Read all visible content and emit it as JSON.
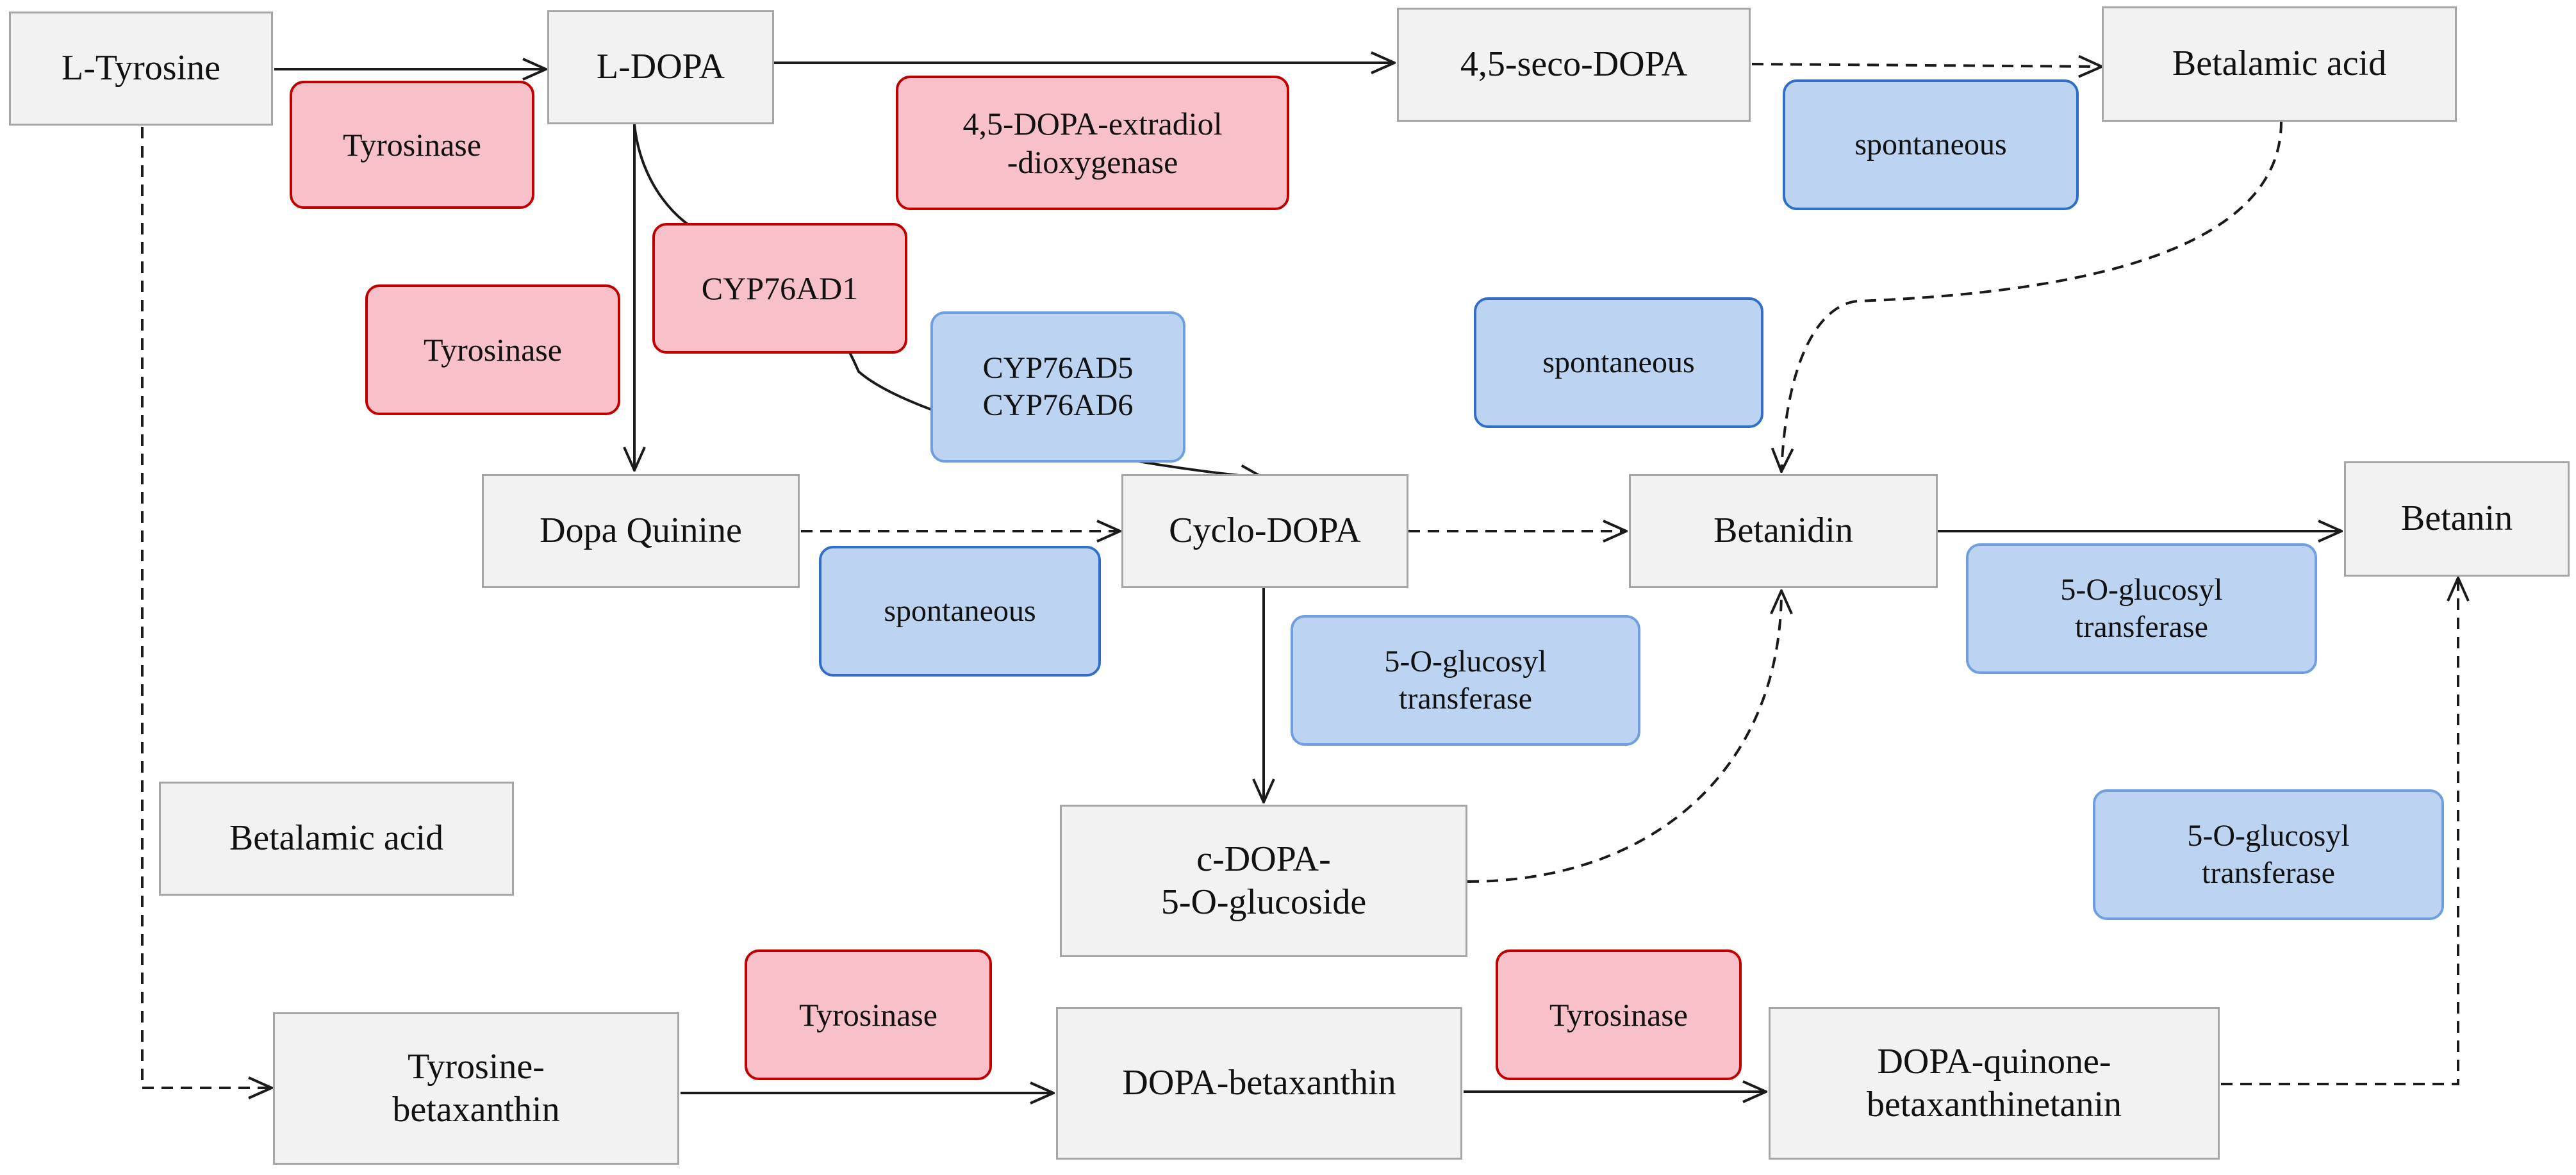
{
  "nodes": {
    "l_tyrosine": "L-Tyrosine",
    "l_dopa": "L-DOPA",
    "seco_dopa": "4,5-seco-DOPA",
    "betalamic_acid_top": "Betalamic acid",
    "dopa_quinine": "Dopa Quinine",
    "cyclo_dopa": "Cyclo-DOPA",
    "betanidin": "Betanidin",
    "betanin": "Betanin",
    "betalamic_acid_left": "Betalamic acid",
    "c_dopa_glucoside": "c-DOPA-\n5-O-glucoside",
    "tyrosine_betaxanthin": "Tyrosine-\nbetaxanthin",
    "dopa_betaxanthin": "DOPA-betaxanthin",
    "dopa_quinone_betaxanthin": "DOPA-quinone-\nbetaxanthinetanin"
  },
  "enzymes": {
    "tyrosinase_1": "Tyrosinase",
    "extradiol_dioxygenase": "4,5-DOPA-extradiol\n-dioxygenase",
    "spontaneous_1": "spontaneous",
    "tyrosinase_2": "Tyrosinase",
    "cyp76ad1": "CYP76AD1",
    "cyp76ad5_6": "CYP76AD5\nCYP76AD6",
    "spontaneous_2": "spontaneous",
    "spontaneous_3": "spontaneous",
    "glucosyl_1": "5-O-glucosyl\ntransferase",
    "glucosyl_2": "5-O-glucosyl\ntransferase",
    "glucosyl_3": "5-O-glucosyl\ntransferase",
    "tyrosinase_3": "Tyrosinase",
    "tyrosinase_4": "Tyrosinase"
  },
  "colors": {
    "node_fill": "#f2f2f2",
    "node_border": "#a6a6a6",
    "enzyme_red_fill": "#f8c0c9",
    "enzyme_red_border": "#c00000",
    "enzyme_blue_fill": "#bdd3f2",
    "enzyme_blue_border": "#2f6fc9",
    "arrow": "#1a1a1a"
  }
}
